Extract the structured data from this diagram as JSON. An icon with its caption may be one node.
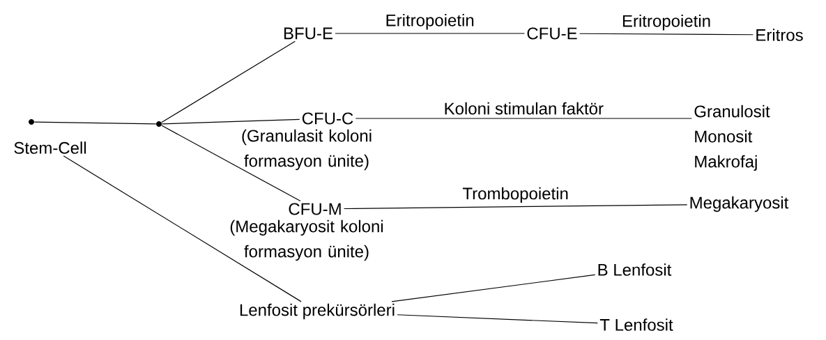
{
  "diagram": {
    "nodes": [
      {
        "text": [],
        "shape": "circle"
      },
      {
        "text": [
          "Stem-Cell"
        ]
      },
      {
        "text": [],
        "shape": "circle"
      },
      {
        "text": [
          "BFU-E"
        ]
      },
      {
        "text": [
          "CFU-E"
        ]
      },
      {
        "text": [
          "Eritros"
        ]
      },
      {
        "text": [
          "CFU-C",
          "(Granulasit koloni formasyon ünite)"
        ]
      },
      {
        "text": [
          "Granulosit",
          "Monosit",
          "Makrofaj"
        ]
      },
      {
        "text": [
          "CFU-M",
          "(Megakaryosit koloni formasyon ünite)"
        ]
      },
      {
        "text": [
          "Megakaryosit"
        ]
      },
      {
        "text": [
          "Lenfosit prekürsörleri"
        ]
      },
      {
        "text": [
          "B Lenfosit"
        ]
      },
      {
        "text": [
          "T Lenfosit"
        ]
      }
    ],
    "edges": [
      {
        "from": 0,
        "to": 2,
        "arrow": "none"
      },
      {
        "from": 2,
        "to": 3,
        "arrow": "none"
      },
      {
        "from": 2,
        "to": 6,
        "arrow": "none"
      },
      {
        "from": 2,
        "to": 8,
        "arrow": "none"
      },
      {
        "from": 1,
        "to": 10,
        "arrow": "none"
      },
      {
        "from": 3,
        "to": 4,
        "arrow": "none",
        "label": "Eritropoietin"
      },
      {
        "from": 4,
        "to": 5,
        "arrow": "none",
        "label": "Eritropoietin"
      },
      {
        "from": 6,
        "to": 7,
        "arrow": "none",
        "label": "Koloni stimulan faktör"
      },
      {
        "from": 8,
        "to": 9,
        "arrow": "none",
        "label": "Trombopoietin"
      },
      {
        "from": 10,
        "to": 11,
        "arrow": "none"
      },
      {
        "from": 10,
        "to": 12,
        "arrow": "none"
      }
    ]
  }
}
